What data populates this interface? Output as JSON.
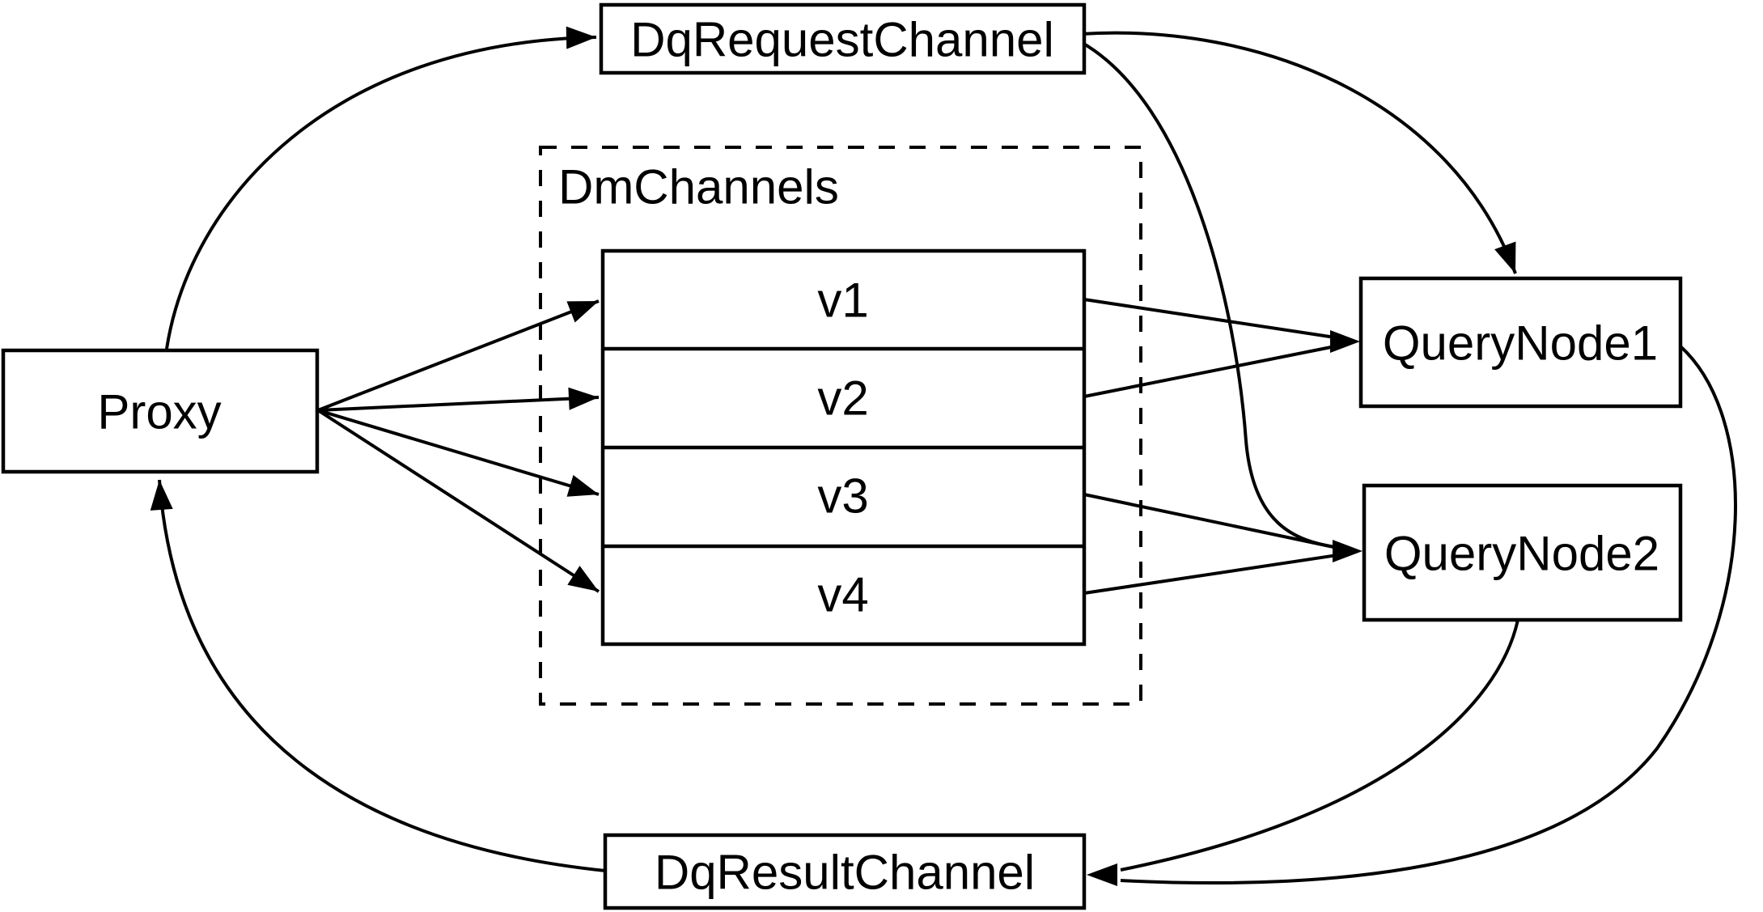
{
  "diagram": {
    "background_color": "#ffffff",
    "line_color": "#000000",
    "nodes": {
      "proxy": {
        "label": "Proxy"
      },
      "dq_request_channel": {
        "label": "DqRequestChannel"
      },
      "dm_channels": {
        "label": "DmChannels",
        "rows": [
          {
            "label": "v1"
          },
          {
            "label": "v2"
          },
          {
            "label": "v3"
          },
          {
            "label": "v4"
          }
        ]
      },
      "query_node_1": {
        "label": "QueryNode1"
      },
      "query_node_2": {
        "label": "QueryNode2"
      },
      "dq_result_channel": {
        "label": "DqResultChannel"
      }
    },
    "edges": [
      {
        "from": "Proxy",
        "to": "DqRequestChannel"
      },
      {
        "from": "DqRequestChannel",
        "to": "QueryNode1"
      },
      {
        "from": "DqRequestChannel",
        "to": "QueryNode2"
      },
      {
        "from": "Proxy",
        "to": "v1"
      },
      {
        "from": "Proxy",
        "to": "v2"
      },
      {
        "from": "Proxy",
        "to": "v3"
      },
      {
        "from": "Proxy",
        "to": "v4"
      },
      {
        "from": "v1",
        "to": "QueryNode1"
      },
      {
        "from": "v2",
        "to": "QueryNode1"
      },
      {
        "from": "v3",
        "to": "QueryNode2"
      },
      {
        "from": "v4",
        "to": "QueryNode2"
      },
      {
        "from": "QueryNode1",
        "to": "DqResultChannel"
      },
      {
        "from": "QueryNode2",
        "to": "DqResultChannel"
      },
      {
        "from": "DqResultChannel",
        "to": "Proxy"
      }
    ]
  }
}
